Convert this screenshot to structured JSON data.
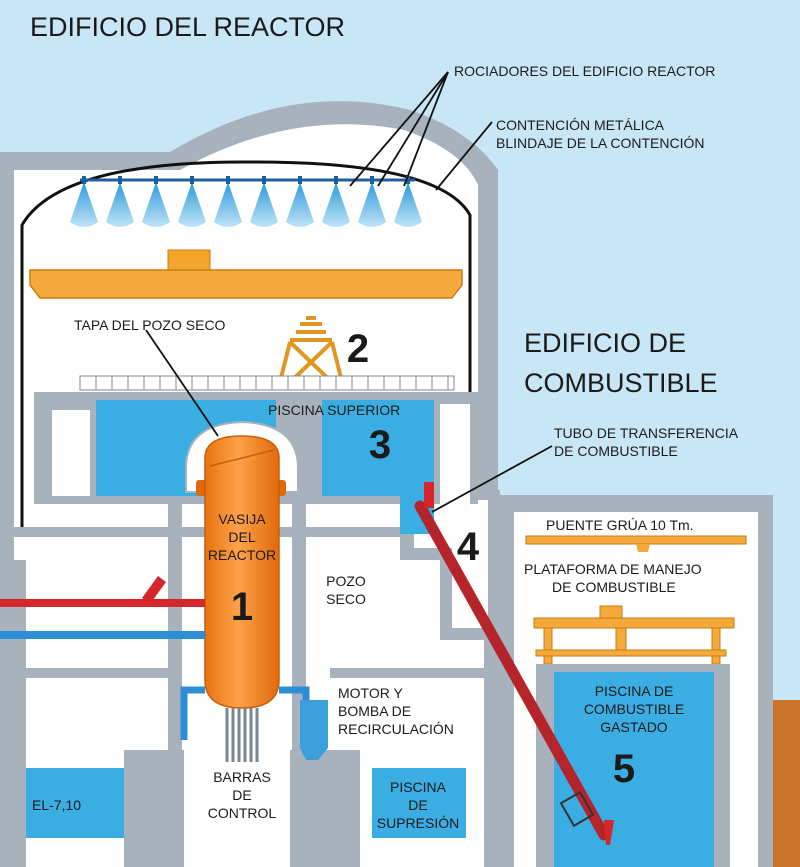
{
  "titles": {
    "reactor_building": "EDIFICIO DEL REACTOR",
    "fuel_building_line1": "EDIFICIO DE",
    "fuel_building_line2": "COMBUSTIBLE"
  },
  "labels": {
    "sprinklers": "ROCIADORES DEL EDIFICIO REACTOR",
    "containment_line1": "CONTENCIÓN METÁLICA",
    "containment_line2": "BLINDAJE DE LA CONTENCIÓN",
    "drywell_head": "TAPA DEL POZO SECO",
    "upper_pool": "PISCINA SUPERIOR",
    "transfer_tube_line1": "TUBO DE TRANSFERENCIA",
    "transfer_tube_line2": "DE COMBUSTIBLE",
    "crane_bridge": "PUENTE GRÚA 10 Tm.",
    "platform_line1": "PLATAFORMA DE MANEJO",
    "platform_line2": "DE COMBUSTIBLE",
    "vessel_line1": "VASIJA",
    "vessel_line2": "DEL",
    "vessel_line3": "REACTOR",
    "drywell_line1": "POZO",
    "drywell_line2": "SECO",
    "motor_line1": "MOTOR Y",
    "motor_line2": "BOMBA DE",
    "motor_line3": "RECIRCULACIÓN",
    "rods_line1": "BARRAS",
    "rods_line2": "DE",
    "rods_line3": "CONTROL",
    "elevation": "EL-7,10",
    "suppression_line1": "PISCINA",
    "suppression_line2": "DE",
    "suppression_line3": "SUPRESIÓN",
    "spent_pool_line1": "PISCINA DE",
    "spent_pool_line2": "COMBUSTIBLE",
    "spent_pool_line3": "GASTADO"
  },
  "numbers": {
    "n1": "1",
    "n2": "2",
    "n3": "3",
    "n4": "4",
    "n5": "5"
  },
  "colors": {
    "structure": "#a7b2bc",
    "water": "#3aaee2",
    "vessel": "#f58220",
    "pipe_hot": "#d4262b",
    "pipe_cold": "#2c8fd6",
    "ground": "#c8742a"
  }
}
